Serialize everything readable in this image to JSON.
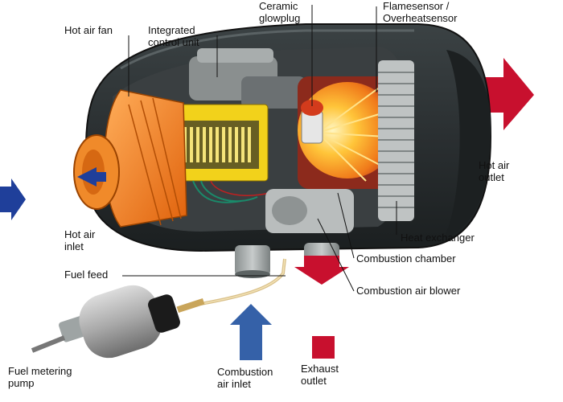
{
  "labels": {
    "hot_air_fan": "Hot air fan",
    "integrated_control_unit": "Integrated\ncontrol unit",
    "ceramic_glowplug": "Ceramic\nglowplug",
    "flamesensor": "Flamesensor /\nOverheatsensor",
    "hot_air_outlet": "Hot air\noutlet",
    "hot_air_inlet": "Hot air\ninlet",
    "heat_exchanger": "Heat exchanger",
    "combustion_chamber": "Combustion chamber",
    "combustion_air_blower": "Combustion air blower",
    "fuel_feed": "Fuel feed",
    "fuel_metering_pump": "Fuel metering\npump",
    "combustion_air_inlet": "Combustion\nair  inlet",
    "exhaust_outlet": "Exhaust\noutlet"
  },
  "colors": {
    "hot_air": "#c8102e",
    "cold_air": "#1f3f9a",
    "combustion_air": "#3561a8",
    "housing": "#2f3436",
    "fan": "#f07f1e",
    "control_unit": "#f2d21b",
    "flame": "#f39a1c",
    "heat_exchanger": "#c9c9c9"
  },
  "icons": [
    "hot-air-outlet-arrow",
    "cold-air-inlet-arrow",
    "combustion-air-inlet-arrow",
    "exhaust-arrow",
    "exhaust-legend-square"
  ]
}
